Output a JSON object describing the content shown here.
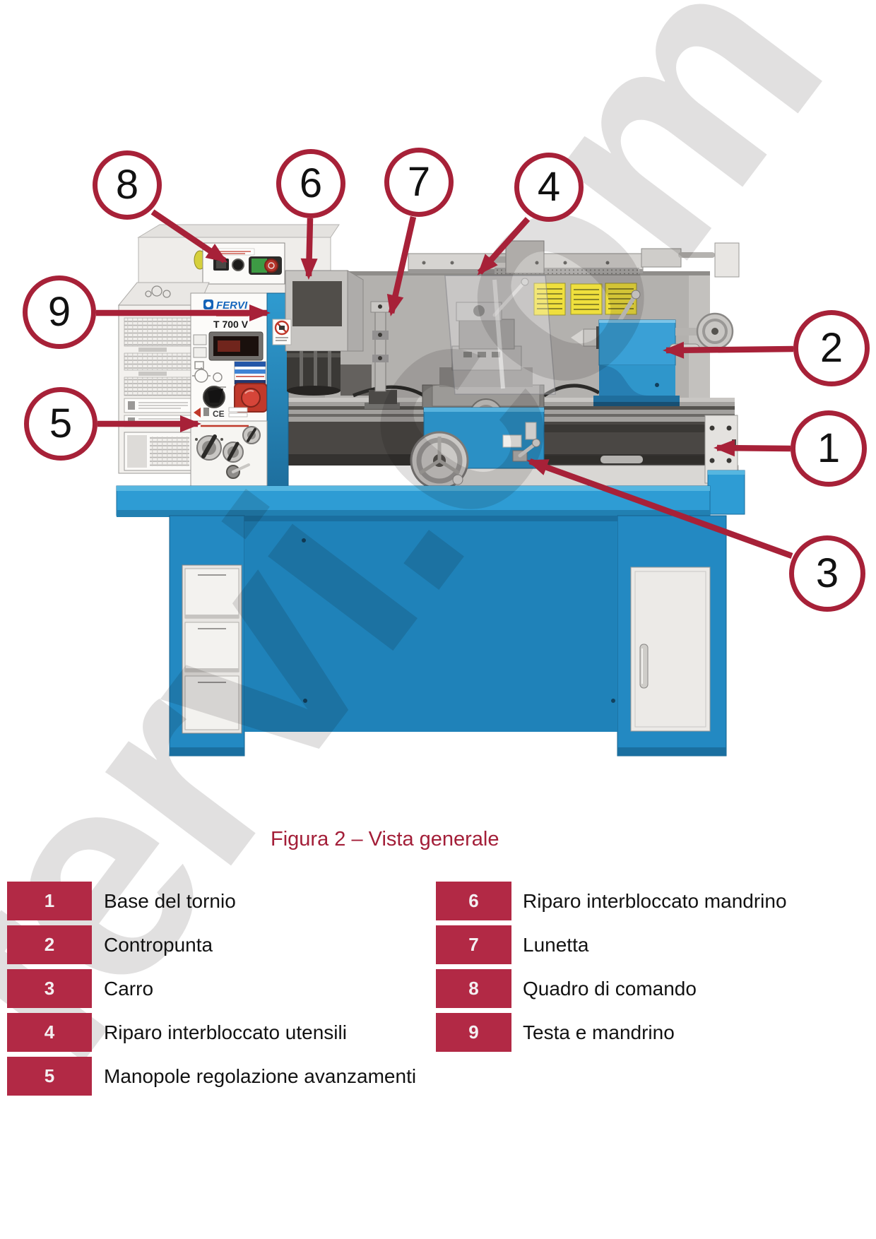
{
  "figure": {
    "caption": "Figura 2 – Vista generale"
  },
  "watermark": {
    "text": "fervi.com"
  },
  "machine": {
    "brand": "FERVI",
    "model": "T 700 V",
    "ce_mark": "CE"
  },
  "callouts": {
    "c1": {
      "number": "1"
    },
    "c2": {
      "number": "2"
    },
    "c3": {
      "number": "3"
    },
    "c4": {
      "number": "4"
    },
    "c5": {
      "number": "5"
    },
    "c6": {
      "number": "6"
    },
    "c7": {
      "number": "7"
    },
    "c8": {
      "number": "8"
    },
    "c9": {
      "number": "9"
    }
  },
  "legend": {
    "left": [
      {
        "number": "1",
        "label": "Base del tornio"
      },
      {
        "number": "2",
        "label": "Contropunta"
      },
      {
        "number": "3",
        "label": "Carro"
      },
      {
        "number": "4",
        "label": "Riparo interbloccato utensili"
      },
      {
        "number": "5",
        "label": "Manopole regolazione avanzamenti"
      }
    ],
    "right": [
      {
        "number": "6",
        "label": "Riparo interbloccato mandrino"
      },
      {
        "number": "7",
        "label": "Lunetta"
      },
      {
        "number": "8",
        "label": "Quadro di comando"
      },
      {
        "number": "9",
        "label": "Testa e mandrino"
      }
    ]
  },
  "colors": {
    "callout_red": "#A72138",
    "legend_box_red": "#B22945",
    "caption_red": "#A31E38",
    "machine_blue": "#2E9CD4",
    "cabinet_blue": "#2389C2"
  }
}
